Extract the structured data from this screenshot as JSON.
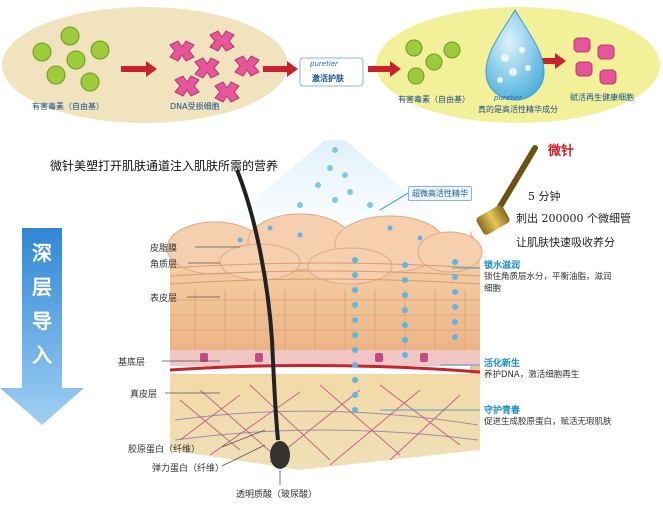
{
  "top": {
    "left_caption": "有害毒素（自由基）",
    "dna_caption": "DNA受损细胞",
    "brand_label": "puretier",
    "brand_sub": "激活护肤",
    "right_toxin_caption": "有害毒素（自由基）",
    "drop_brand": "puretier",
    "drop_caption": "真的是高活性精华成分",
    "healthy_caption": "赋活再生健康细胞"
  },
  "headline": "微针美塑打开肌肤通道注入肌肤所需的营养",
  "micro": {
    "title": "微针",
    "line1": "5 分钟",
    "line2": "刺出 200000 个微细管",
    "line3": "让肌肤快速吸收养分"
  },
  "essence_label": "超微高活性精华",
  "deep_arrow": {
    "chars": [
      "深",
      "层",
      "导",
      "入"
    ]
  },
  "layers": {
    "film": "皮脂膜",
    "horny": "角质层",
    "epidermis": "表皮层",
    "basal": "基底层",
    "dermis": "真皮层"
  },
  "benefits": [
    {
      "title": "锁水滋润",
      "desc1": "锁住角质层水分，平衡油脂，滋润",
      "desc2": "细胞"
    },
    {
      "title": "活化新生",
      "desc1": "养护DNA，激活细胞再生",
      "desc2": ""
    },
    {
      "title": "守护青春",
      "desc1": "促进生成胶原蛋白，赋活无瑕肌肤",
      "desc2": ""
    }
  ],
  "bottom_labels": {
    "collagen": "胶原蛋白（纤维）",
    "elastin": "弹力蛋白（纤维）",
    "hyaluronic": "透明质酸（玻尿酸）"
  },
  "colors": {
    "ellipse_left": "#f1e3bd",
    "ellipse_right": "#f3f09a",
    "arrow_red": "#c8232c",
    "toxin_green": "#9ccc3c",
    "cell_pink": "#e8569a",
    "deep_arrow": "#4a9ee0",
    "micro_red": "#d01f2a"
  }
}
